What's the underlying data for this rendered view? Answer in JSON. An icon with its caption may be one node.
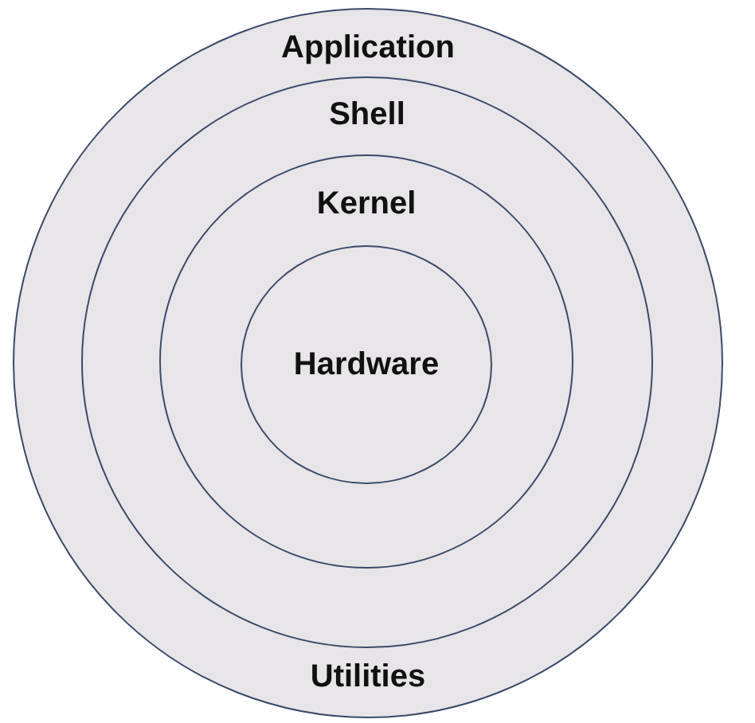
{
  "diagram": {
    "nodes": [
      {
        "text": [
          "Application",
          "Utilities"
        ]
      },
      {
        "text": [
          "Shell"
        ],
        "in": 0
      },
      {
        "text": [
          "Kernel"
        ],
        "in": 1
      },
      {
        "text": [
          "Hardware"
        ],
        "in": 2
      }
    ]
  }
}
